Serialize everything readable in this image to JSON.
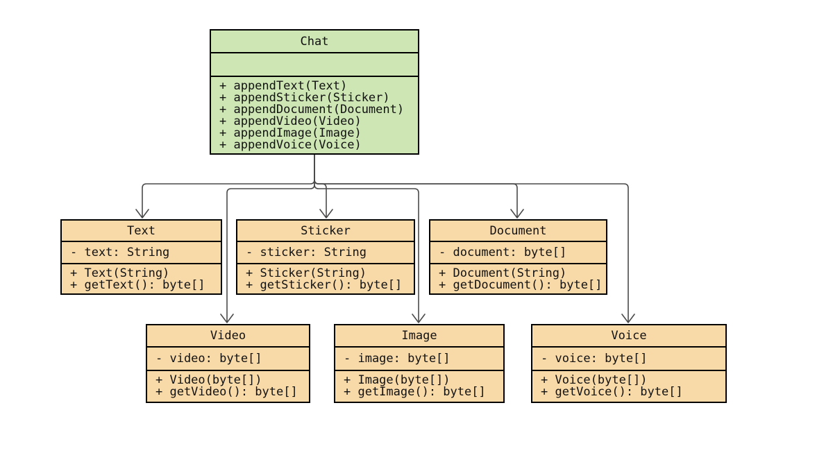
{
  "diagram": {
    "type": "uml-class-diagram",
    "colors": {
      "background": "#ffffff",
      "parent_fill": "#cde6b4",
      "child_fill": "#f8d9a8",
      "border": "#000000",
      "connector": "#4a4a4a",
      "text": "#111111"
    },
    "classes": [
      {
        "name": "Chat",
        "attributes": [],
        "methods": [
          "+ appendText(Text)",
          "+ appendSticker(Sticker)",
          "+ appendDocument(Document)",
          "+ appendVideo(Video)",
          "+ appendImage(Image)",
          "+ appendVoice(Voice)"
        ]
      },
      {
        "name": "Text",
        "attributes": [
          "- text: String"
        ],
        "methods": [
          "+ Text(String)",
          "+ getText(): byte[]"
        ]
      },
      {
        "name": "Sticker",
        "attributes": [
          "- sticker: String"
        ],
        "methods": [
          "+ Sticker(String)",
          "+ getSticker(): byte[]"
        ]
      },
      {
        "name": "Document",
        "attributes": [
          "- document: byte[]"
        ],
        "methods": [
          "+ Document(String)",
          "+ getDocument(): byte[]"
        ]
      },
      {
        "name": "Video",
        "attributes": [
          "- video: byte[]"
        ],
        "methods": [
          "+ Video(byte[])",
          "+ getVideo(): byte[]"
        ]
      },
      {
        "name": "Image",
        "attributes": [
          "- image: byte[]"
        ],
        "methods": [
          "+ Image(byte[])",
          "+ getImage(): byte[]"
        ]
      },
      {
        "name": "Voice",
        "attributes": [
          "- voice: byte[]"
        ],
        "methods": [
          "+ Voice(byte[])",
          "+ getVoice(): byte[]"
        ]
      }
    ],
    "edges": [
      {
        "from": "Chat",
        "to": "Text"
      },
      {
        "from": "Chat",
        "to": "Sticker"
      },
      {
        "from": "Chat",
        "to": "Document"
      },
      {
        "from": "Chat",
        "to": "Video"
      },
      {
        "from": "Chat",
        "to": "Image"
      },
      {
        "from": "Chat",
        "to": "Voice"
      }
    ]
  }
}
